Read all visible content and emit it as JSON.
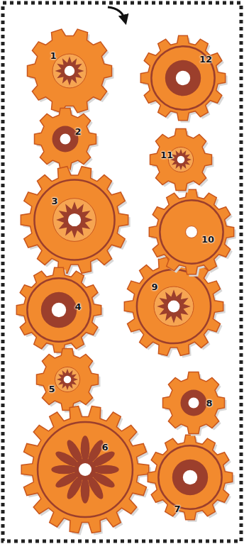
{
  "diagram": {
    "nodes": [
      {
        "text": [
          "1"
        ]
      },
      {
        "text": [
          "2"
        ]
      },
      {
        "text": [
          "3"
        ]
      },
      {
        "text": [
          "4"
        ]
      },
      {
        "text": [
          "5"
        ]
      },
      {
        "text": [
          "6"
        ]
      },
      {
        "text": [
          "7"
        ]
      },
      {
        "text": [
          "8"
        ]
      },
      {
        "text": [
          "9"
        ]
      },
      {
        "text": [
          "10"
        ]
      },
      {
        "text": [
          "11"
        ]
      },
      {
        "text": [
          "12"
        ]
      }
    ]
  }
}
